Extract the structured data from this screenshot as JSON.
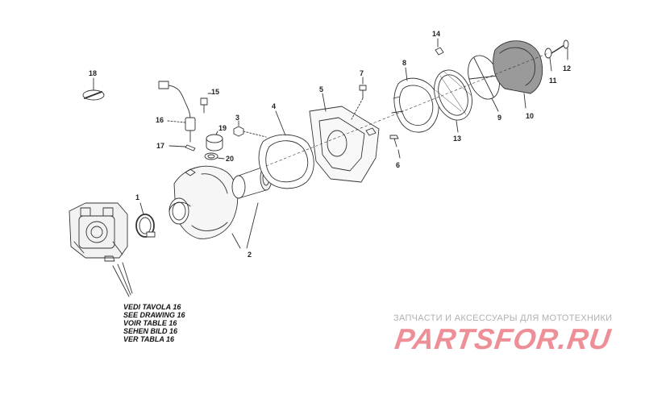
{
  "diagram": {
    "callouts": [
      {
        "id": "1",
        "label": "1"
      },
      {
        "id": "2",
        "label": "2"
      },
      {
        "id": "3",
        "label": "3"
      },
      {
        "id": "4",
        "label": "4"
      },
      {
        "id": "5",
        "label": "5"
      },
      {
        "id": "6",
        "label": "6"
      },
      {
        "id": "7",
        "label": "7"
      },
      {
        "id": "8",
        "label": "8"
      },
      {
        "id": "9",
        "label": "9"
      },
      {
        "id": "10",
        "label": "10"
      },
      {
        "id": "11",
        "label": "11"
      },
      {
        "id": "12",
        "label": "12"
      },
      {
        "id": "13",
        "label": "13"
      },
      {
        "id": "14",
        "label": "14"
      },
      {
        "id": "15",
        "label": "15"
      },
      {
        "id": "16",
        "label": "16"
      },
      {
        "id": "17",
        "label": "17"
      },
      {
        "id": "18",
        "label": "18"
      },
      {
        "id": "19",
        "label": "19"
      },
      {
        "id": "20",
        "label": "20"
      }
    ],
    "see_drawing": [
      "VEDI TAVOLA 16",
      "SEE DRAWING 16",
      "VOIR TABLE 16",
      "SEHEN BILD 16",
      "VER TABLA 16"
    ]
  },
  "watermark": {
    "subtitle": "ЗАПЧАСТИ И АКСЕССУАРЫ ДЛЯ МОТОТЕХНИКИ",
    "logo": "PARTSFOR.RU",
    "color": "#ee8f98"
  }
}
